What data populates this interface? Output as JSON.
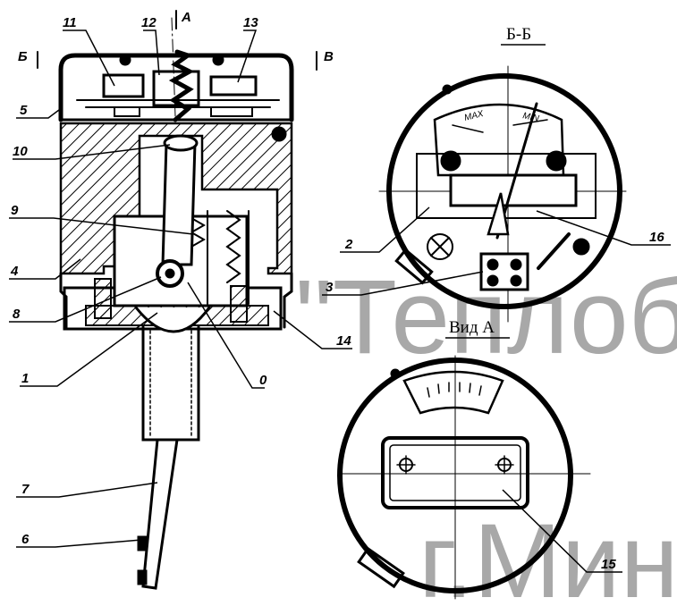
{
  "figure": {
    "section_bb": "Б-Б",
    "view_a": "Вид А",
    "arrow_a": "А",
    "arrow_b_left": "Б",
    "arrow_b_right": "В",
    "scale_max": "MAX",
    "scale_min": "MIN",
    "callouts": [
      "11",
      "12",
      "13",
      "5",
      "10",
      "9",
      "4",
      "8",
      "1",
      "0",
      "14",
      "7",
      "6",
      "2",
      "3",
      "16",
      "15"
    ]
  },
  "watermark": {
    "line1": "\"Теплоб",
    "line2": "г.Мин"
  }
}
